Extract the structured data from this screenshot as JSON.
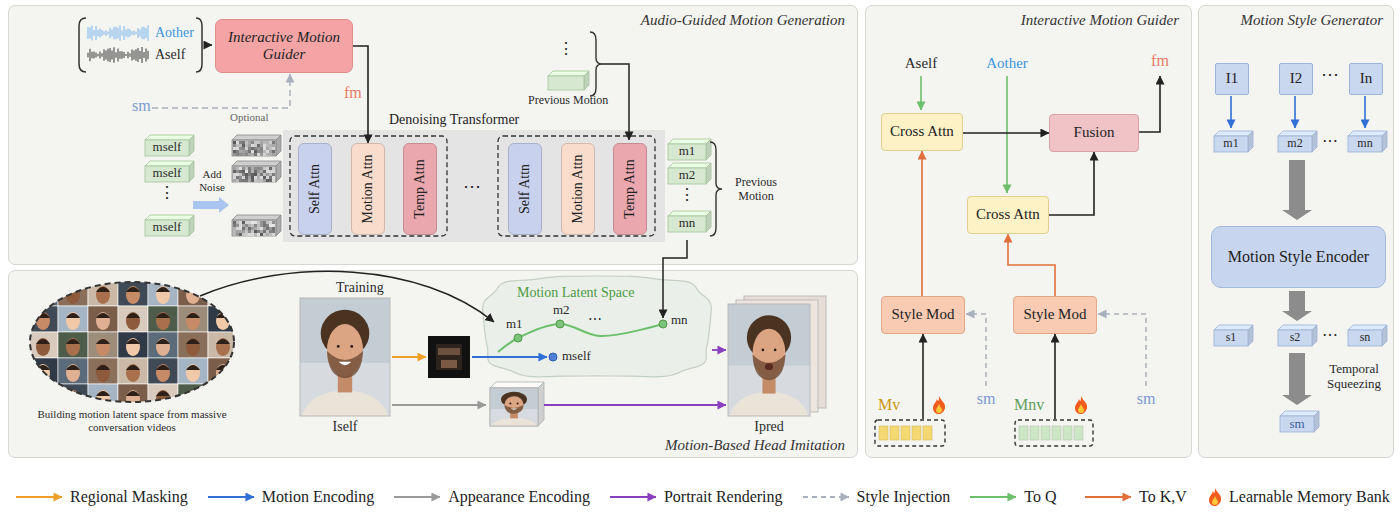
{
  "diagram": {
    "nodes": [
      {
        "text": [
          "Audio-Guided Motion Generation"
        ]
      },
      {
        "text": [
          "Interactive Motion Guider"
        ],
        "in": 0
      },
      {
        "text": [
          "Denoising Transformer"
        ],
        "in": 0
      },
      {
        "text": [
          "Self Attn"
        ],
        "in": 2
      },
      {
        "text": [
          "Motion Attn"
        ],
        "in": 2
      },
      {
        "text": [
          "Temp Attn"
        ],
        "in": 2
      },
      {
        "text": [
          "Self Attn"
        ],
        "in": 2
      },
      {
        "text": [
          "Motion Attn"
        ],
        "in": 2
      },
      {
        "text": [
          "Temp Attn"
        ],
        "in": 2
      },
      {
        "text": [
          "Motion-Based Head Imitation"
        ]
      },
      {
        "text": [
          "Motion Latent Space"
        ],
        "in": 9
      },
      {
        "text": [
          "Interactive Motion Guider"
        ]
      },
      {
        "text": [
          "Cross Attn"
        ],
        "in": 11
      },
      {
        "text": [
          "Fusion"
        ],
        "in": 11
      },
      {
        "text": [
          "Cross Attn"
        ],
        "in": 11
      },
      {
        "text": [
          "Style Mod"
        ],
        "in": 11
      },
      {
        "text": [
          "Style Mod"
        ],
        "in": 11
      },
      {
        "text": [
          "Mv"
        ],
        "in": 11
      },
      {
        "text": [
          "Mnv"
        ],
        "in": 11
      },
      {
        "text": [
          "Motion Style Generator"
        ]
      },
      {
        "text": [
          "I1"
        ],
        "in": 19
      },
      {
        "text": [
          "I2"
        ],
        "in": 19
      },
      {
        "text": [
          "In"
        ],
        "in": 19
      },
      {
        "text": [
          "Motion Style Encoder"
        ],
        "in": 19
      }
    ],
    "edges": [
      {
        "from": 1,
        "to": 4,
        "arrow": "to"
      },
      {
        "from": 12,
        "to": 13,
        "arrow": "to"
      },
      {
        "from": 14,
        "to": 13,
        "arrow": "to"
      },
      {
        "from": 15,
        "to": 12,
        "arrow": "to"
      },
      {
        "from": 16,
        "to": 14,
        "arrow": "to"
      },
      {
        "from": 17,
        "to": 15,
        "arrow": "to"
      },
      {
        "from": 18,
        "to": 16,
        "arrow": "to"
      }
    ],
    "labels": [
      "Aother",
      "Aself",
      "fm",
      "sm",
      "Optional",
      "mself",
      "mself",
      "⋮",
      "mself",
      "Add Noise",
      "⋯",
      "⋮",
      "Previous Motion",
      "m1",
      "m2",
      "⋮",
      "mn",
      "Previous Motion",
      "Training",
      "m1",
      "m2",
      "⋯",
      "mn",
      "mself",
      "Building motion latent space from massive conversation videos",
      "Iself",
      "Ipred",
      "Aself",
      "Aother",
      "fm",
      "sm",
      "sm",
      "⋯",
      "m1",
      "m2",
      "⋯",
      "mn",
      "s1",
      "s2",
      "⋯",
      "sn",
      "Temporal Squeezing",
      "sm"
    ],
    "legend": [
      {
        "text": "Regional Masking"
      },
      {
        "text": "Motion Encoding"
      },
      {
        "text": "Appearance Encoding"
      },
      {
        "text": "Portrait Rendering"
      },
      {
        "text": "Style Injection"
      },
      {
        "text": "To Q"
      },
      {
        "text": "To K,V"
      },
      {
        "text": "Learnable Memory Bank"
      }
    ]
  }
}
